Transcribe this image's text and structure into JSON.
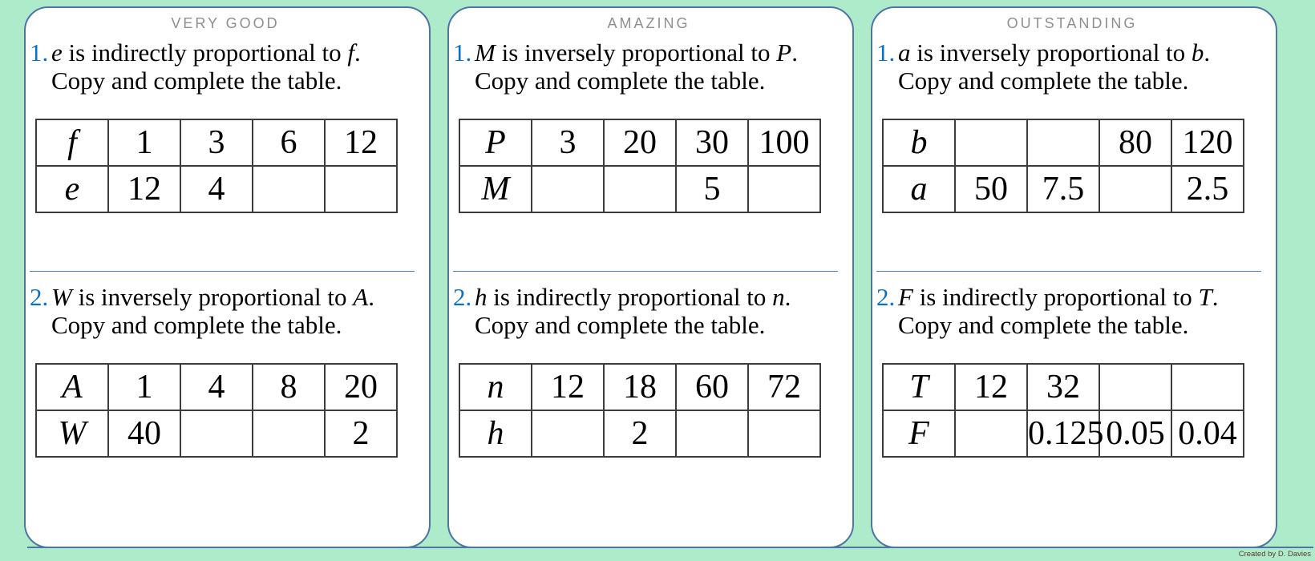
{
  "footer": {
    "credit": "Created by D. Davies"
  },
  "colors": {
    "background_green": "#aeebca",
    "card_border_blue": "#4d76a4",
    "header_gray": "#8f8f8f",
    "number_blue": "#0f6fc0",
    "divider_blue": "#4f81bd",
    "table_border": "#3d3d3d"
  },
  "panels": [
    {
      "header": "VERY GOOD",
      "problems": [
        {
          "number": "1.",
          "var1": "e",
          "mid": " is indirectly proportional to ",
          "var2": "f",
          "end": ".",
          "line2": "Copy and complete the table.",
          "table": {
            "rows": [
              {
                "label": "f",
                "cells": [
                  "1",
                  "3",
                  "6",
                  "12"
                ]
              },
              {
                "label": "e",
                "cells": [
                  "12",
                  "4",
                  "",
                  ""
                ]
              }
            ]
          }
        },
        {
          "number": "2.",
          "var1": "W",
          "mid": " is inversely proportional to ",
          "var2": "A",
          "end": ".",
          "line2": "Copy and complete the table.",
          "table": {
            "rows": [
              {
                "label": "A",
                "cells": [
                  "1",
                  "4",
                  "8",
                  "20"
                ]
              },
              {
                "label": "W",
                "cells": [
                  "40",
                  "",
                  "",
                  "2"
                ]
              }
            ]
          }
        }
      ]
    },
    {
      "header": "AMAZING",
      "problems": [
        {
          "number": "1.",
          "var1": "M",
          "mid": " is inversely proportional to ",
          "var2": "P",
          "end": ".",
          "line2": "Copy and complete the table.",
          "table": {
            "rows": [
              {
                "label": "P",
                "cells": [
                  "3",
                  "20",
                  "30",
                  "100"
                ]
              },
              {
                "label": "M",
                "cells": [
                  "",
                  "",
                  "5",
                  ""
                ]
              }
            ]
          }
        },
        {
          "number": "2.",
          "var1": "h",
          "mid": " is indirectly proportional to ",
          "var2": "n",
          "end": ".",
          "line2": "Copy and complete the table.",
          "table": {
            "rows": [
              {
                "label": "n",
                "cells": [
                  "12",
                  "18",
                  "60",
                  "72"
                ]
              },
              {
                "label": "h",
                "cells": [
                  "",
                  "2",
                  "",
                  ""
                ]
              }
            ]
          }
        }
      ]
    },
    {
      "header": "OUTSTANDING",
      "problems": [
        {
          "number": "1.",
          "var1": "a",
          "mid": " is inversely proportional to ",
          "var2": "b",
          "end": ".",
          "line2": "Copy and complete the table.",
          "table": {
            "rows": [
              {
                "label": "b",
                "cells": [
                  "",
                  "",
                  "80",
                  "120"
                ]
              },
              {
                "label": "a",
                "cells": [
                  "50",
                  "7.5",
                  "",
                  "2.5"
                ]
              }
            ]
          }
        },
        {
          "number": "2.",
          "var1": "F",
          "mid": " is indirectly proportional to ",
          "var2": "T",
          "end": ".",
          "line2": "Copy and complete the table.",
          "table": {
            "rows": [
              {
                "label": "T",
                "cells": [
                  "12",
                  "32",
                  "",
                  ""
                ]
              },
              {
                "label": "F",
                "cells": [
                  "",
                  "0.125",
                  "0.05",
                  "0.04"
                ]
              }
            ]
          }
        }
      ]
    }
  ]
}
